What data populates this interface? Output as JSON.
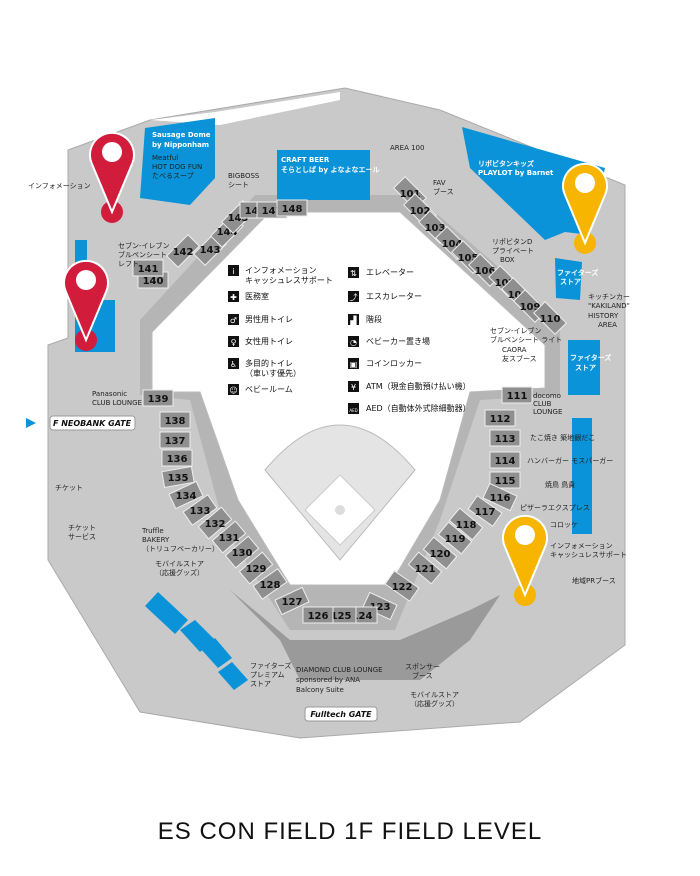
{
  "title": "ES CON FIELD 1F FIELD LEVEL",
  "colors": {
    "concourse": "#c8c8c8",
    "seat": "#8f8f8f",
    "field": "#ffffff",
    "shop": "#0a93d8",
    "pin_red": "#d21c3c",
    "pin_yellow": "#f7b500"
  },
  "sections": [
    "101",
    "102",
    "103",
    "104",
    "105",
    "106",
    "107",
    "108",
    "109",
    "110",
    "111",
    "112",
    "113",
    "114",
    "115",
    "116",
    "117",
    "118",
    "119",
    "120",
    "121",
    "122",
    "123",
    "124",
    "125",
    "126",
    "127",
    "128",
    "129",
    "130",
    "131",
    "132",
    "133",
    "134",
    "135",
    "136",
    "137",
    "138",
    "139",
    "140",
    "141",
    "142",
    "143",
    "144",
    "145",
    "146",
    "147",
    "148"
  ],
  "gates": {
    "left": "F NEOBANK GATE",
    "bottom": "Fulltech GATE"
  },
  "legend": {
    "left": [
      {
        "icon": "info-icon",
        "label": "インフォメーション",
        "label2": "キャッシュレスサポート"
      },
      {
        "icon": "first-aid-icon",
        "label": "医務室"
      },
      {
        "icon": "mens-toilet-icon",
        "label": "男性用トイレ"
      },
      {
        "icon": "womens-toilet-icon",
        "label": "女性用トイレ"
      },
      {
        "icon": "accessible-toilet-icon",
        "label": "多目的トイレ",
        "label2": "（車いす優先）"
      },
      {
        "icon": "baby-room-icon",
        "label": "ベビールーム"
      }
    ],
    "right": [
      {
        "icon": "elevator-icon",
        "label": "エレベーター"
      },
      {
        "icon": "escalator-icon",
        "label": "エスカレーター"
      },
      {
        "icon": "stairs-icon",
        "label": "階段"
      },
      {
        "icon": "stroller-icon",
        "label": "ベビーカー置き場"
      },
      {
        "icon": "locker-icon",
        "label": "コインロッカー"
      },
      {
        "icon": "atm-icon",
        "label": "ATM（現金自動預け払い機）"
      },
      {
        "icon": "aed-icon",
        "label": "AED（自動体外式除細動器）"
      }
    ]
  },
  "labels": {
    "nipponham1": "Sausage Dome",
    "nipponham2": "by Nipponham",
    "hotdog1": "Meatful",
    "hotdog2": "HOT DOG FUN",
    "hotdog3": "たべるスープ",
    "info_top": "インフォメーション",
    "bigboss1": "BIGBOSS",
    "bigboss2": "シート",
    "craft1": "CRAFT BEER",
    "craft2": "そらとしば by よなよなエール",
    "area100": "AREA 100",
    "kids1": "リポビタンキッズ",
    "kids2": "PLAYLOT by Barnet",
    "fav1": "FAV",
    "fav2": "ブース",
    "seven_left1": "セブン-イレブン",
    "seven_left2": "ブルペンシート",
    "seven_left3": "レフト",
    "seven_right1": "セブン-イレブン",
    "seven_right2": "ブルペンシート ライト",
    "lipo1": "リポビタンD",
    "lipo2": "プライベート",
    "lipo3": "BOX",
    "kitchen1": "キッチンカー",
    "kitchen2": "\"KAKILAND\"",
    "history1": "HISTORY",
    "history2": "AREA",
    "store1": "ファイターズ",
    "store2": "ストア",
    "caora1": "CAORA",
    "caora2": "友スブース",
    "panasonic1": "Panasonic",
    "panasonic2": "CLUB LOUNGE",
    "ticket": "チケット",
    "ticketsvc1": "チケット",
    "ticketsvc2": "サービス",
    "truffle1": "Truffle",
    "truffle2": "BAKERY",
    "truffle3": "（トリュフベーカリー）",
    "mobile1": "モバイルストア",
    "mobile2": "（応援グッズ）",
    "docomo1": "docomo",
    "docomo2": "CLUB",
    "docomo3": "LOUNGE",
    "tako": "たこ焼き 築地銀だこ",
    "burger": "ハンバーガー モスバーガー",
    "yakitori": "焼鳥 鳥貴",
    "pizza": "ピザーラエクスプレス",
    "croquette": "コロッケ",
    "info_right1": "インフォメーション",
    "info_right2": "キャッシュレスサポート",
    "regional": "地域PRブース",
    "sponsor1": "スポンサー",
    "sponsor2": "ブース",
    "mobile_r1": "モバイルストア",
    "mobile_r2": "（応援グッズ）",
    "diamond1": "DIAMOND CLUB LOUNGE",
    "diamond2": "sponsored by ANA",
    "diamond3": "Balcony Suite",
    "premium1": "ファイターズ",
    "premium2": "プレミアム",
    "premium3": "ストア"
  }
}
